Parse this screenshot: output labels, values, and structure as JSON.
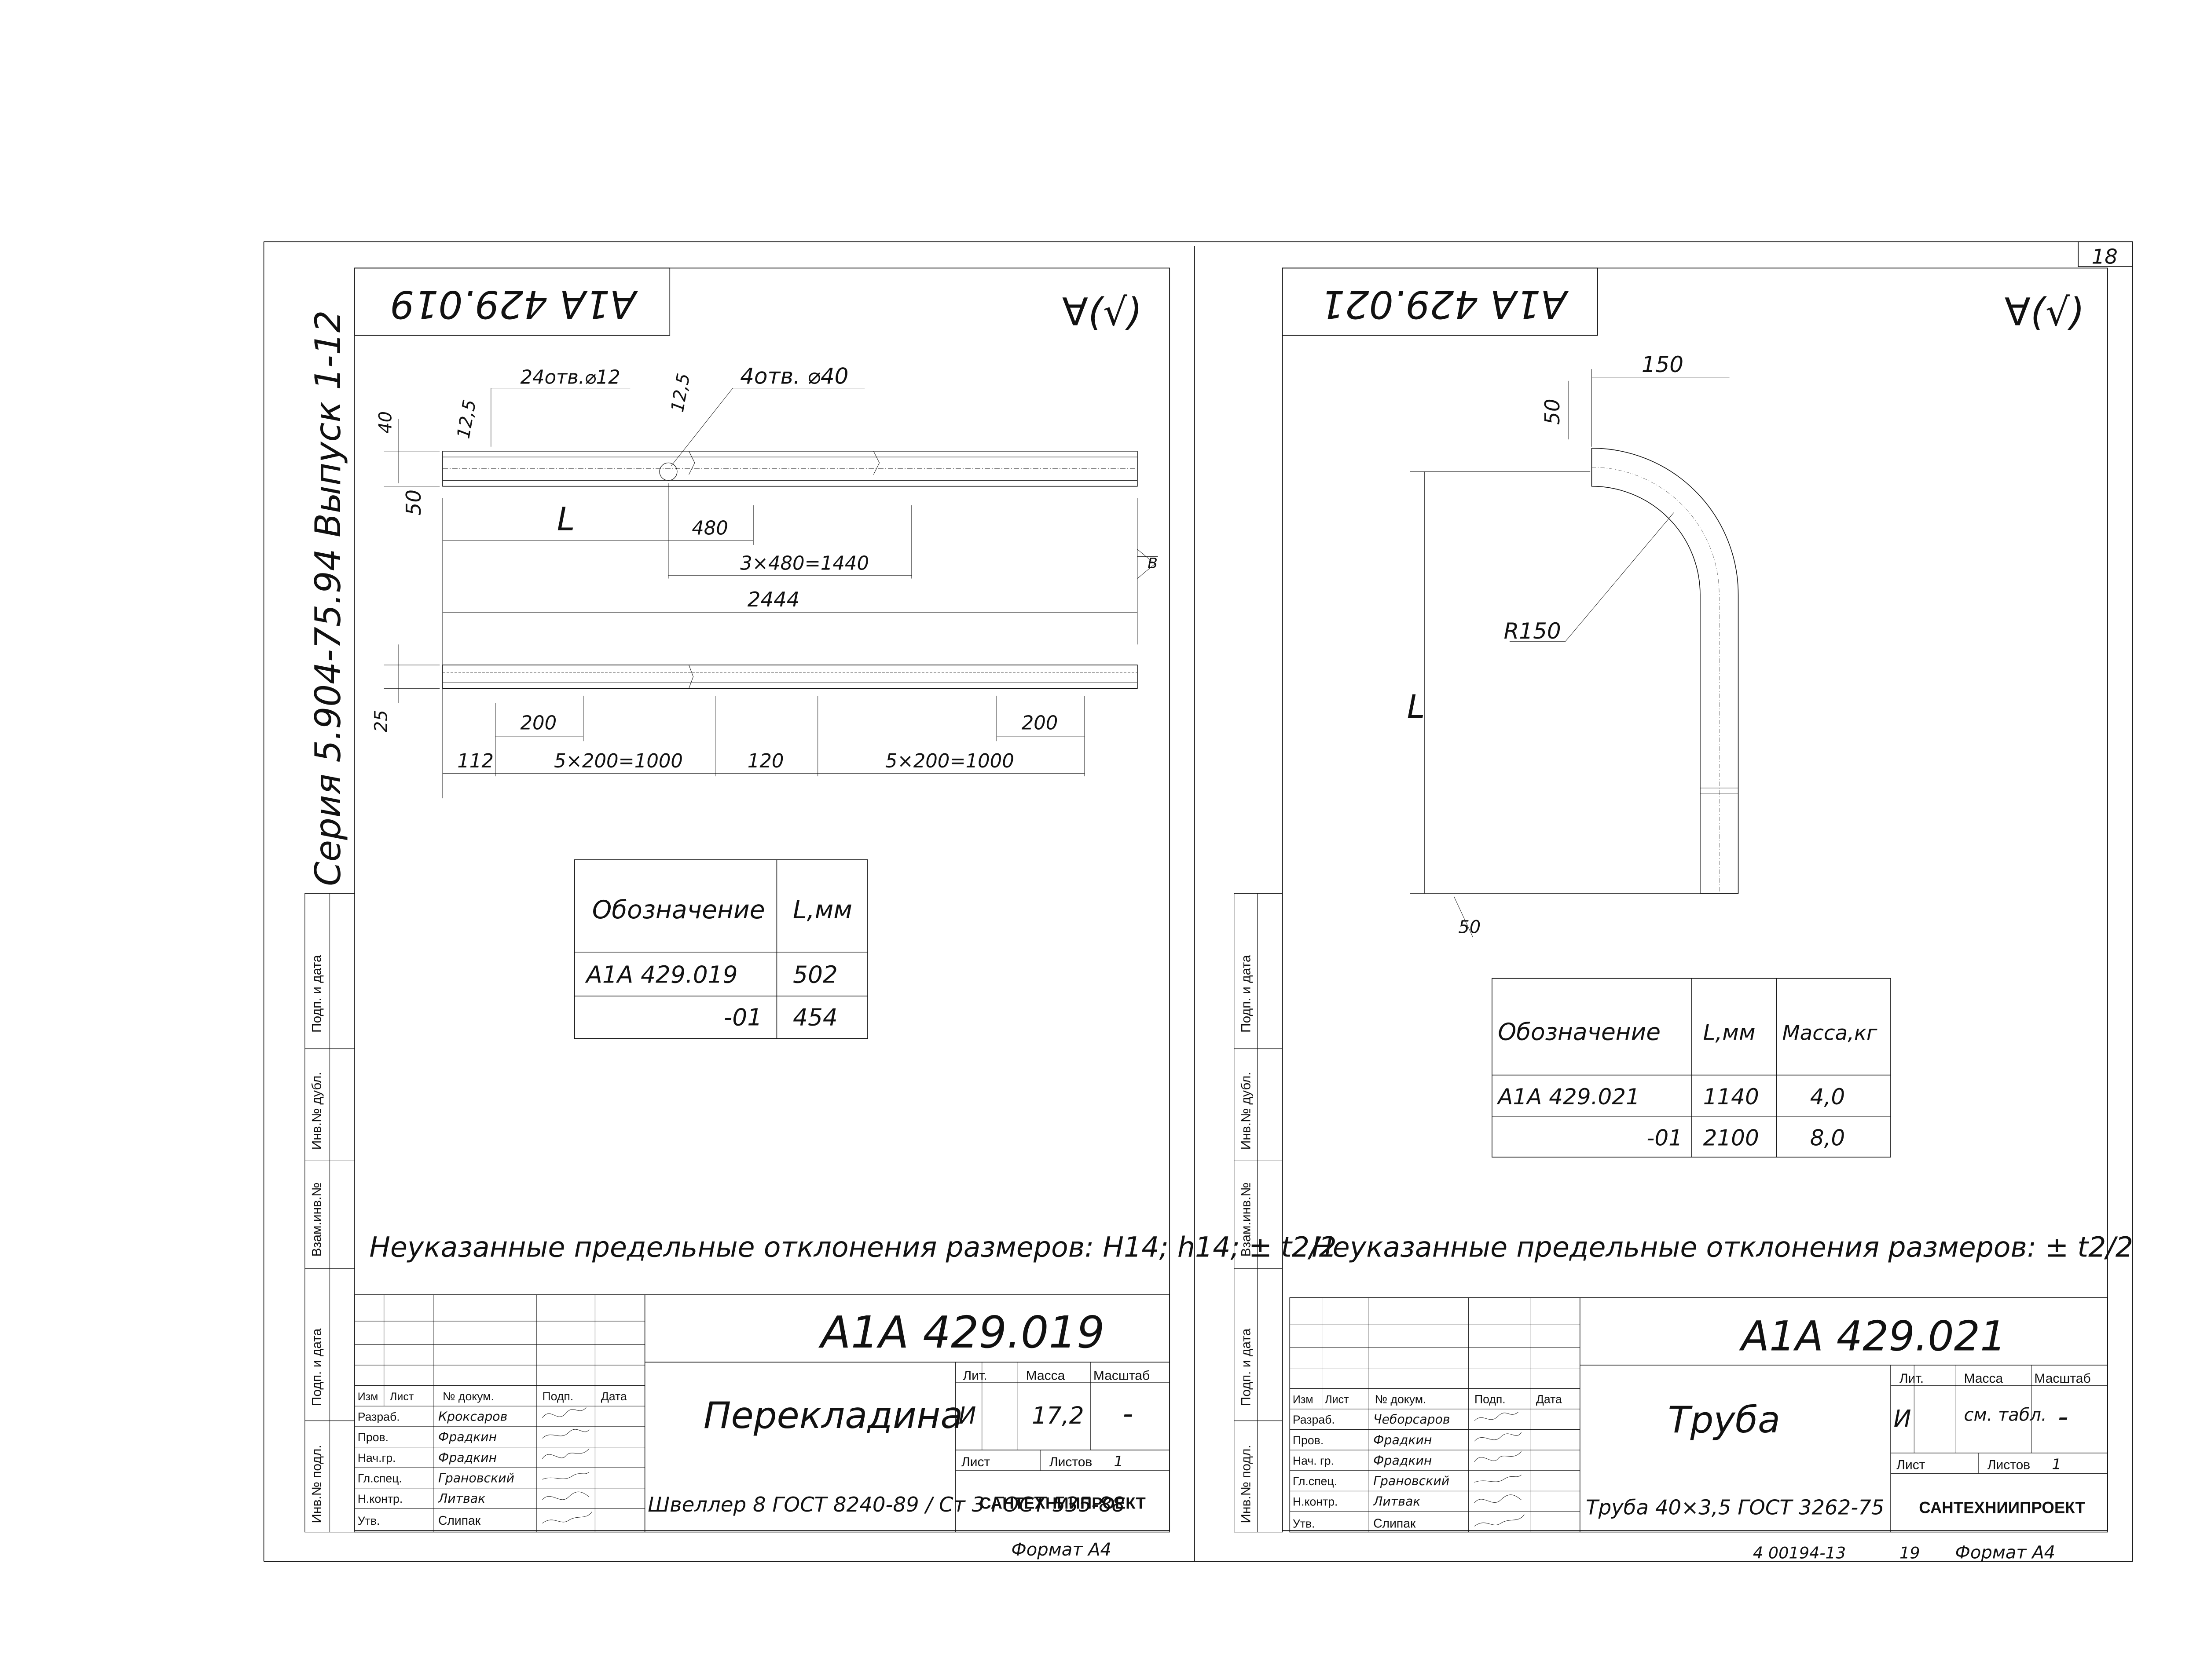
{
  "series_label": "Серия 5.904-75.94 Выпуск 1-12",
  "page_number": "18",
  "footer_archive": "4 00194-13",
  "footer_page": "19",
  "left": {
    "top_code": "А1А 429.019",
    "roughness": "∀(√)",
    "dims": {
      "holes_small": "24отв.⌀12",
      "holes_large": "4отв. ⌀40",
      "d40": "40",
      "d125a": "12,5",
      "d125b": "12,5",
      "d50": "50",
      "l": "L",
      "d480": "480",
      "d3x480": "3×480=1440",
      "d2444": "2444",
      "d25": "25",
      "d200a": "200",
      "d200b": "200",
      "d112": "112",
      "d5x200a": "5×200=1000",
      "d120": "120",
      "d5x200b": "5×200=1000",
      "scale_b": "В"
    },
    "table": {
      "headers": [
        "Обозначение",
        "L,мм"
      ],
      "rows": [
        [
          "А1А 429.019",
          "502"
        ],
        [
          "-01",
          "454"
        ]
      ]
    },
    "note": "Неуказанные предельные отклонения размеров: Н14; h14; ± t2/2",
    "code": "А1А 429.019",
    "name": "Перекладина",
    "lit_header": "Лит.",
    "mass_header": "Масса",
    "scale_header": "Масштаб",
    "lit": "И",
    "mass": "17,2",
    "scale": "-",
    "sheet_label": "Лист",
    "sheets_label": "Листов",
    "sheets_count": "1",
    "material": "Швеллер 8 ГОСТ 8240-89 / Ст 3 ГОСТ 535-88",
    "org": "САНТЕХНИИПРОЕКТ",
    "format": "Формат А4",
    "stamp_headers": [
      "Изм",
      "Лист",
      "№ докум.",
      "Подп.",
      "Дата"
    ],
    "roles": [
      "Разраб.",
      "Пров.",
      "Нач.гр.",
      "Гл.спец.",
      "Н.контр.",
      "Утв."
    ],
    "names": [
      "Кроксаров",
      "Фрадкин",
      "Фрадкин",
      "Грановский",
      "Литвак",
      "Слипак"
    ]
  },
  "right": {
    "top_code": "А1А 429.021",
    "roughness": "∀(√)",
    "dims": {
      "d150": "150",
      "d50a": "50",
      "r150": "R150",
      "l": "L",
      "d50b": "50"
    },
    "table": {
      "headers": [
        "Обозначение",
        "L,мм",
        "Масса,кг"
      ],
      "rows": [
        [
          "А1А 429.021",
          "1140",
          "4,0"
        ],
        [
          "-01",
          "2100",
          "8,0"
        ]
      ]
    },
    "note": "Неуказанные предельные отклонения размеров: ± t2/2",
    "code": "А1А 429.021",
    "name": "Труба",
    "lit_header": "Лит.",
    "mass_header": "Масса",
    "scale_header": "Масштаб",
    "lit": "И",
    "mass": "см. табл.",
    "scale": "-",
    "sheet_label": "Лист",
    "sheets_label": "Листов",
    "sheets_count": "1",
    "material": "Труба 40×3,5 ГОСТ 3262-75",
    "org": "САНТЕХНИИПРОЕКТ",
    "format": "Формат А4",
    "stamp_headers": [
      "Изм",
      "Лист",
      "№ докум.",
      "Подп.",
      "Дата"
    ],
    "roles": [
      "Разраб.",
      "Пров.",
      "Нач. гр.",
      "Гл.спец.",
      "Н.контр.",
      "Утв."
    ],
    "names": [
      "Чеборсаров",
      "Фрадкин",
      "Фрадкин",
      "Грановский",
      "Литвак",
      "Слипак"
    ]
  },
  "side_labels": [
    "Подп. и дата",
    "Инв.№ дубл.",
    "Взам.инв.№",
    "Подп. и дата",
    "Инв.№ подл."
  ]
}
